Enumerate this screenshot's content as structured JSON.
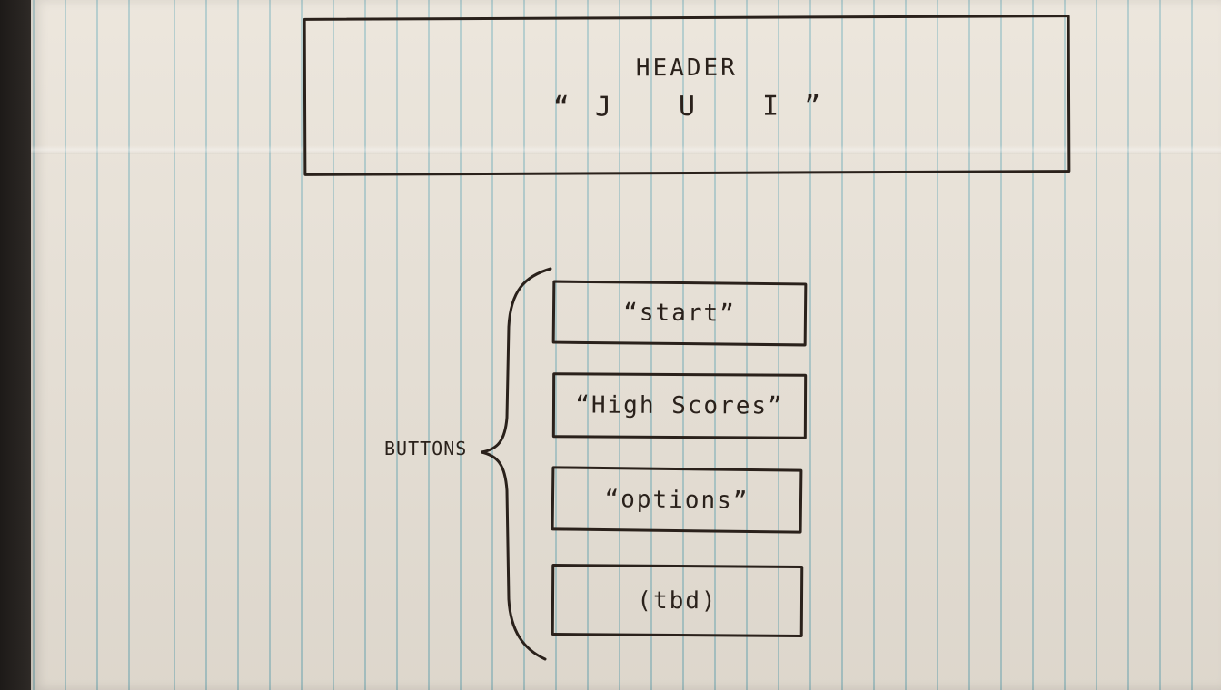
{
  "header": {
    "label": "HEADER",
    "title": "“J U I”"
  },
  "buttons_group_label": "BUTTONS",
  "buttons": [
    {
      "label": "“start”"
    },
    {
      "label": "“High Scores”"
    },
    {
      "label": "“options”"
    },
    {
      "label": "(tbd)"
    }
  ],
  "colors": {
    "paper": "#e9e2d7",
    "rule_lines": "#78afb9",
    "ink": "#2a211b",
    "desk": "#2b2623"
  }
}
